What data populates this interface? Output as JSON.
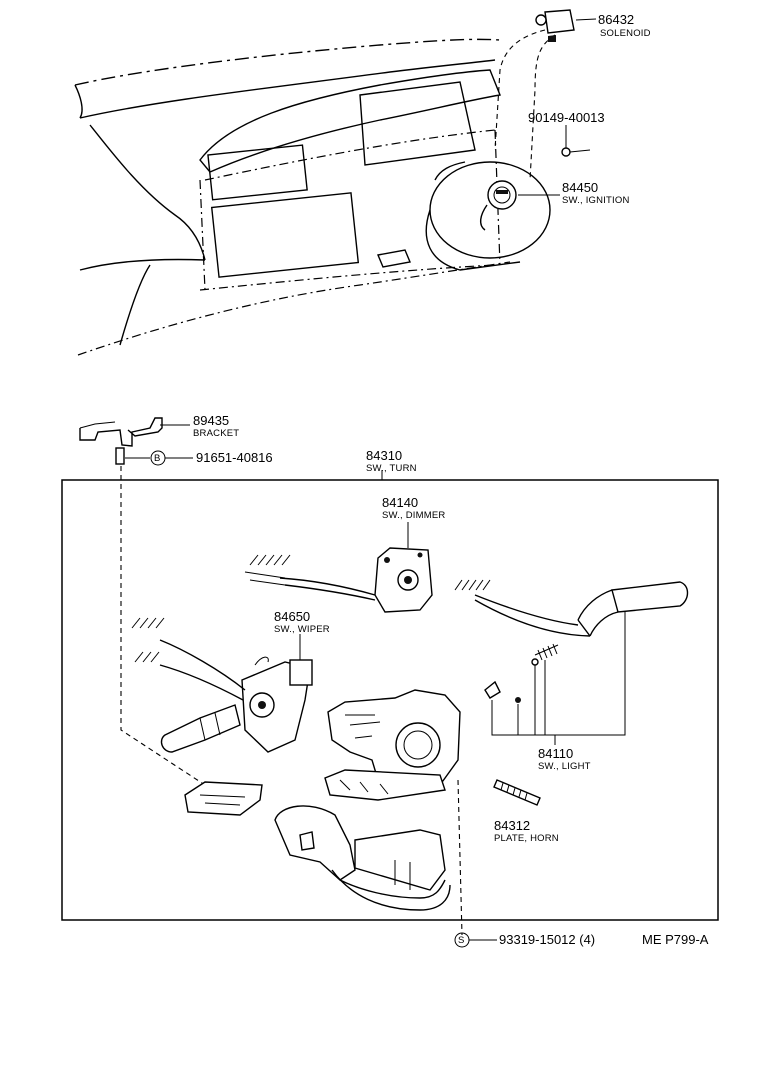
{
  "parts": {
    "solenoid": {
      "number": "86432",
      "name": "SOLENOID"
    },
    "screw_ignition": {
      "number": "90149-40013"
    },
    "ignition_switch": {
      "number": "84450",
      "name": "SW., IGNITION"
    },
    "bracket": {
      "number": "89435",
      "name": "BRACKET"
    },
    "bolt_bracket": {
      "number": "91651-40816",
      "marker": "B"
    },
    "turn_switch": {
      "number": "84310",
      "name": "SW., TURN"
    },
    "dimmer_switch": {
      "number": "84140",
      "name": "SW., DIMMER"
    },
    "wiper_switch": {
      "number": "84650",
      "name": "SW., WIPER"
    },
    "light_switch": {
      "number": "84110",
      "name": "SW., LIGHT"
    },
    "horn_plate": {
      "number": "84312",
      "name": "PLATE, HORN"
    },
    "screw_turn": {
      "number": "93319-15012 (4)",
      "marker": "S"
    }
  },
  "figure_ref": "ME P799-A"
}
